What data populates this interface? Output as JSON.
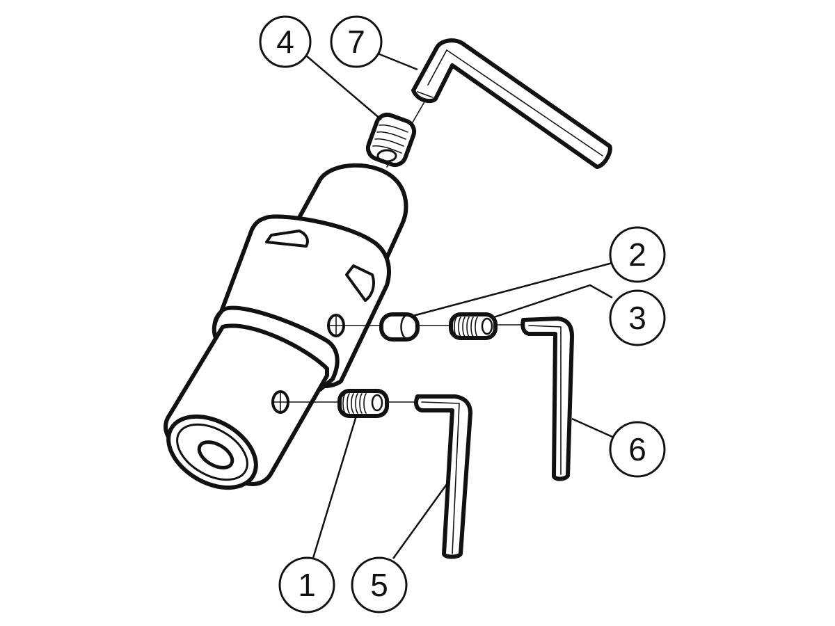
{
  "diagram": {
    "type": "exploded-view",
    "subject": "tool holder / adapter assembly with set screws and hex keys",
    "colors": {
      "line": "#111111",
      "background": "#ffffff"
    },
    "callouts": [
      {
        "id": "1",
        "label": "1",
        "part": "set screw (lower, hex socket)"
      },
      {
        "id": "2",
        "label": "2",
        "part": "cylindrical pin / plug"
      },
      {
        "id": "3",
        "label": "3",
        "part": "set screw (middle, hex socket)"
      },
      {
        "id": "4",
        "label": "4",
        "part": "set screw (top)"
      },
      {
        "id": "5",
        "label": "5",
        "part": "hex key (short, lower)"
      },
      {
        "id": "6",
        "label": "6",
        "part": "hex key (middle)"
      },
      {
        "id": "7",
        "label": "7",
        "part": "hex key (large, top)"
      }
    ]
  }
}
